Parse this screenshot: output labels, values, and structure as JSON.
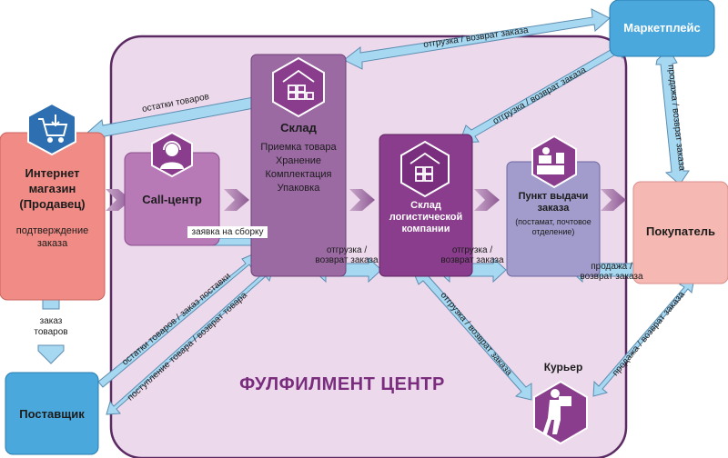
{
  "fulfillment_center": {
    "title": "ФУЛФИЛМЕНТ ЦЕНТР"
  },
  "nodes": {
    "marketplace": {
      "title": "Маркетплейс"
    },
    "shop": {
      "title": "Интернет магазин (Продавец)",
      "text": "подтверждение заказа"
    },
    "call_center": {
      "title": "Call-центр"
    },
    "warehouse": {
      "title": "Склад",
      "lines": [
        "Приемка товара",
        "Хранение",
        "Комплектация",
        "Упаковка"
      ]
    },
    "logistics_warehouse": {
      "title": "Склад логистической компании"
    },
    "pickup_point": {
      "title": "Пункт выдачи заказа",
      "text": "(постамат, почтовое отделение)"
    },
    "buyer": {
      "title": "Покупатель"
    },
    "supplier": {
      "title": "Поставщик"
    },
    "courier": {
      "title": "Курьер"
    }
  },
  "labels": {
    "ship_return_top": "отгрузка / возврат заказа",
    "stock_left": "остатки товаров",
    "ship_return_diag_marketplace": "отгрузка / возврат заказа",
    "sale_return_right": "продажа / возврат заказа",
    "assembly_request": "заявка на сборку",
    "ship_return_1": "отгрузка / возврат заказа",
    "ship_return_2": "отгрузка / возврат заказа",
    "sale_return_bottom": "продажа / возврат заказа",
    "order_goods": "заказ товаров",
    "stock_order_supply": "остатки товаров / заказ поставки",
    "receipt_return": "поступление товара / возврат товара",
    "ship_return_courier": "отгрузка / возврат заказа",
    "sale_return_courier": "продажа / возврат заказа"
  },
  "icons": [
    "cart-icon",
    "headset-operator-icon",
    "warehouse-boxes-icon",
    "logistics-warehouse-icon",
    "pickup-point-icon",
    "courier-icon"
  ],
  "colors": {
    "center_bg": "#ecd9ec",
    "warehouse_purple": "#9b6aa3",
    "logistics_purple": "#8a3d8d",
    "pickup_lavender": "#a19ccb",
    "shop_red": "#f08c85",
    "buyer_pink": "#f6b8b2",
    "blue": "#4aa8dd",
    "arrow_light": "#a6d8f2"
  }
}
